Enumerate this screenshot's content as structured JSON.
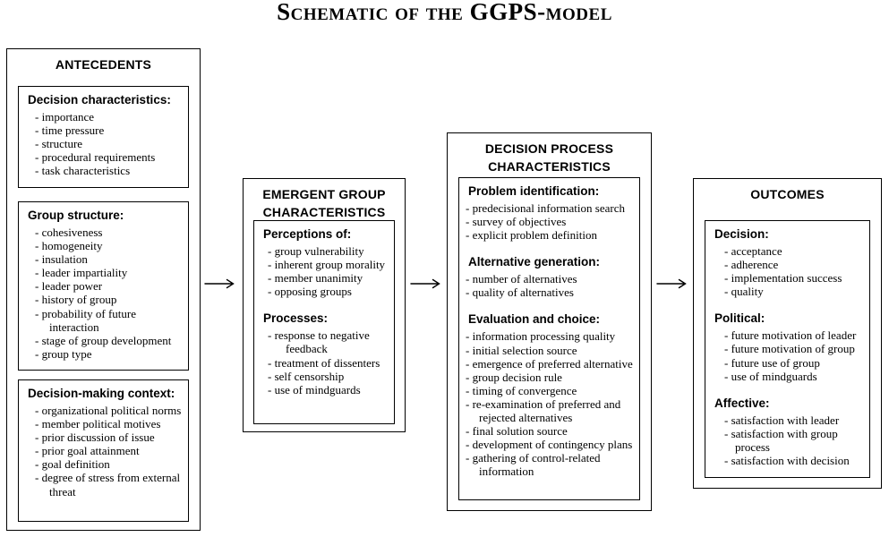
{
  "title": "Schematic of the GGPS-model",
  "colors": {
    "background": "#ffffff",
    "text": "#000000",
    "border": "#000000"
  },
  "arrows": [
    {
      "from": "antecedents",
      "to": "emergent_group"
    },
    {
      "from": "emergent_group",
      "to": "decision_process"
    },
    {
      "from": "decision_process",
      "to": "outcomes"
    }
  ],
  "antecedents": {
    "header": "ANTECEDENTS",
    "decision_characteristics": {
      "heading": "Decision characteristics:",
      "items": [
        "importance",
        "time pressure",
        "structure",
        "procedural requirements",
        "task characteristics"
      ]
    },
    "group_structure": {
      "heading": "Group structure:",
      "items": [
        "cohesiveness",
        "homogeneity",
        "insulation",
        "leader impartiality",
        "leader power",
        "history of group",
        "probability of future interaction",
        "stage of group development",
        "group type"
      ]
    },
    "decision_making_context": {
      "heading": "Decision-making context:",
      "items": [
        "organizational political norms",
        "member political motives",
        "prior discussion of issue",
        "prior goal attainment",
        "goal definition",
        "degree of stress from external threat"
      ]
    }
  },
  "emergent_group": {
    "header": "EMERGENT GROUP CHARACTERISTICS",
    "perceptions": {
      "heading": "Perceptions of:",
      "items": [
        "group vulnerability",
        "inherent group morality",
        "member unanimity",
        "opposing groups"
      ]
    },
    "processes": {
      "heading": "Processes:",
      "items": [
        "response to negative feedback",
        "treatment of dissenters",
        "self censorship",
        "use of mindguards"
      ]
    }
  },
  "decision_process": {
    "header": "DECISION PROCESS CHARACTERISTICS",
    "problem_identification": {
      "heading": "Problem identification:",
      "items": [
        "predecisional information search",
        "survey of objectives",
        "explicit problem definition"
      ]
    },
    "alternative_generation": {
      "heading": "Alternative generation:",
      "items": [
        "number of alternatives",
        "quality of alternatives"
      ]
    },
    "evaluation_and_choice": {
      "heading": "Evaluation and choice:",
      "items": [
        "information processing quality",
        "initial selection source",
        "emergence of preferred alternative",
        "group decision rule",
        "timing of convergence",
        "re-examination of preferred and rejected alternatives",
        "final solution source",
        "development of contingency plans",
        "gathering of control-related information"
      ]
    }
  },
  "outcomes": {
    "header": "OUTCOMES",
    "decision": {
      "heading": "Decision:",
      "items": [
        "acceptance",
        "adherence",
        "implementation success",
        "quality"
      ]
    },
    "political": {
      "heading": "Political:",
      "items": [
        "future motivation of leader",
        "future motivation of group",
        "future use of group",
        "use of mindguards"
      ]
    },
    "affective": {
      "heading": "Affective:",
      "items": [
        "satisfaction with leader",
        "satisfaction with group process",
        "satisfaction with decision"
      ]
    }
  }
}
